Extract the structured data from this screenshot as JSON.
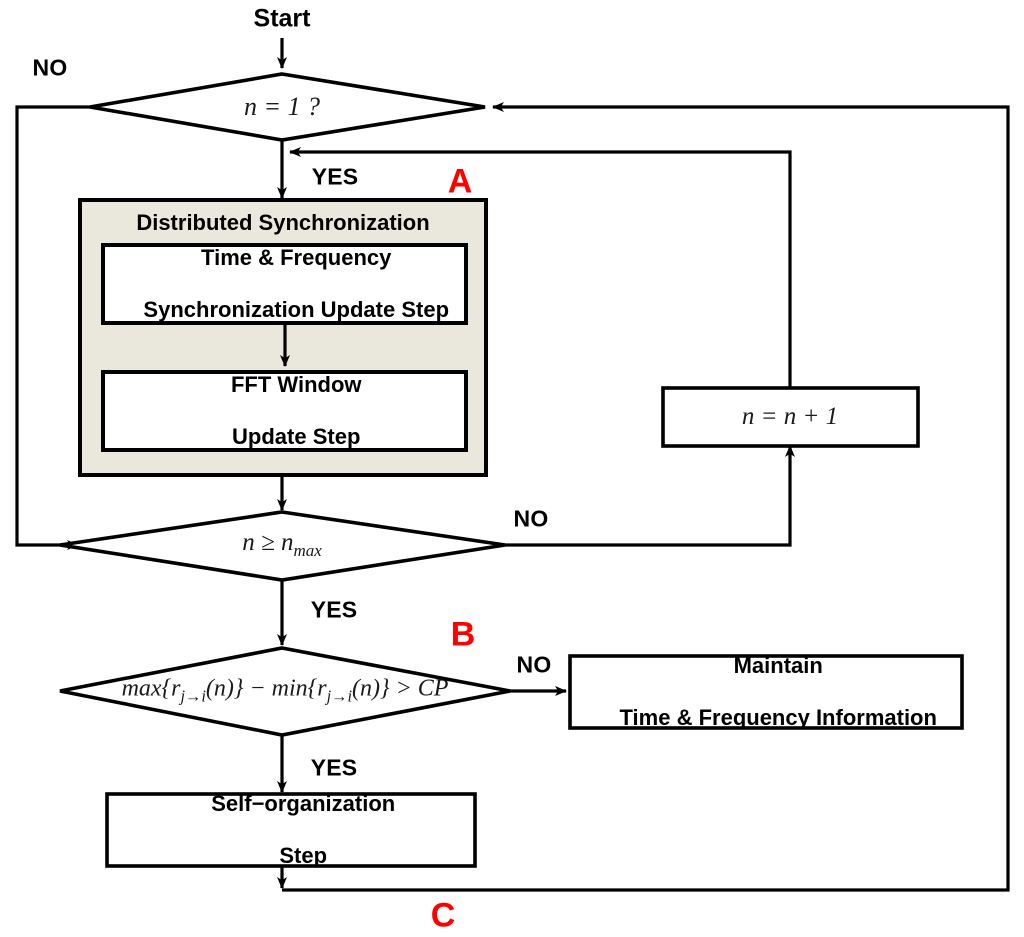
{
  "diagram": {
    "title": "Distributed Synchronization and Self-organization Flowchart",
    "colors": {
      "stroke": "#000000",
      "fill_plain": "#ffffff",
      "fill_group": "#eae7dc",
      "annotation": "#ff0000"
    },
    "nodes": {
      "start": {
        "label": "Start",
        "type": "terminator-text"
      },
      "decision_n_eq_1": {
        "label": "n = 1 ?",
        "type": "decision"
      },
      "group_sync": {
        "label": "Distributed Synchronization",
        "type": "group-box"
      },
      "step_time_freq": {
        "line1": "Time & Frequency",
        "line2": "Synchronization Update Step",
        "type": "process"
      },
      "step_fft": {
        "line1": "FFT Window",
        "line2": "Update Step",
        "type": "process"
      },
      "decision_n_max": {
        "label_prefix": "n ≥ n",
        "label_sub": "max",
        "type": "decision"
      },
      "increment": {
        "label": "n = n + 1",
        "type": "process"
      },
      "decision_cp": {
        "label": "max{r",
        "label_sub1": "j→i",
        "label_mid": "(n)} − min{r",
        "label_sub2": "j→i",
        "label_tail": "(n)} > CP",
        "type": "decision"
      },
      "maintain": {
        "line1": "Maintain",
        "line2": "Time & Frequency Information",
        "type": "process"
      },
      "self_org": {
        "line1": "Self−organization",
        "line2": "Step",
        "type": "process"
      }
    },
    "edge_labels": {
      "no_from_n_eq_1": "NO",
      "yes_from_n_eq_1": "YES",
      "no_from_n_max": "NO",
      "yes_from_n_max": "YES",
      "no_from_cp": "NO",
      "yes_from_cp": "YES"
    },
    "annotations": {
      "a": "A",
      "b": "B",
      "c": "C"
    }
  }
}
